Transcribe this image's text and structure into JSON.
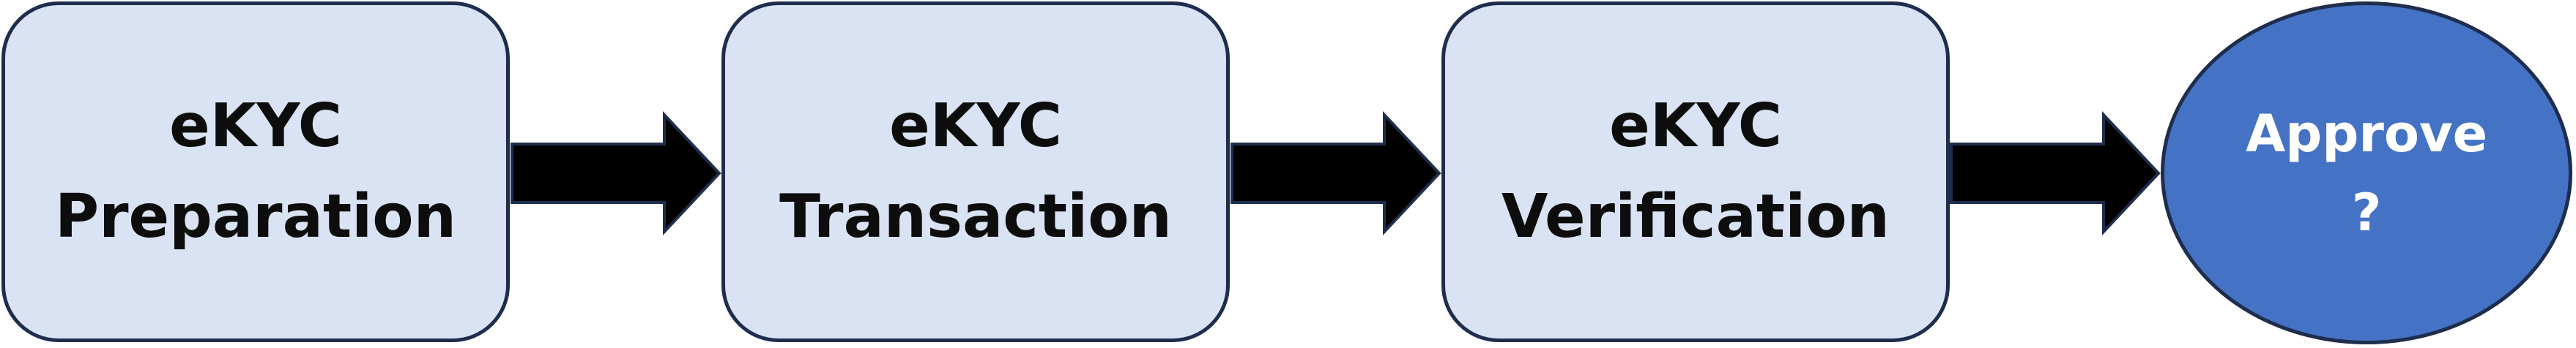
{
  "flow": {
    "steps": [
      {
        "line1": "eKYC",
        "line2": "Preparation"
      },
      {
        "line1": "eKYC",
        "line2": "Transaction"
      },
      {
        "line1": "eKYC",
        "line2": "Verification"
      }
    ],
    "decision": {
      "line1": "Approve",
      "line2": "?"
    }
  },
  "colors": {
    "box_fill": "#dae3f3",
    "box_border": "#1f2d4d",
    "decision_fill": "#4472c4",
    "decision_text": "#ffffff",
    "arrow_fill": "#000000",
    "arrow_stroke": "#1f2d4d"
  },
  "icons": {
    "connector": "right-arrow-icon"
  }
}
